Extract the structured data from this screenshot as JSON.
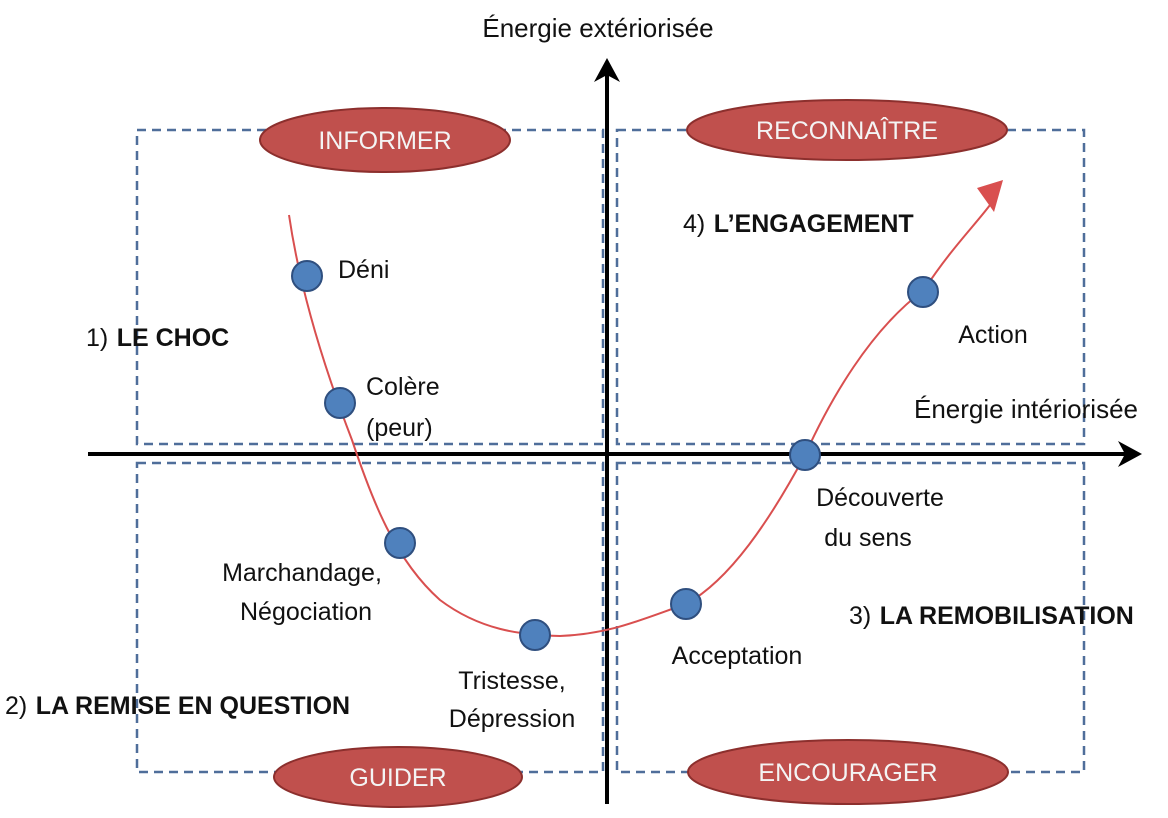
{
  "axes": {
    "y_title": "Énergie extériorisée",
    "x_title": "Énergie intériorisée"
  },
  "actions": {
    "top_left": "INFORMER",
    "top_right": "RECONNAÎTRE",
    "bottom_left": "GUIDER",
    "bottom_right": "ENCOURAGER"
  },
  "phases": {
    "top_left_num": "1)",
    "top_left_name": "LE CHOC",
    "bottom_left_num": "2)",
    "bottom_left_name": "LA REMISE EN QUESTION",
    "bottom_right_num": "3)",
    "bottom_right_name": "LA REMOBILISATION",
    "top_right_num": "4)",
    "top_right_name": "L’ENGAGEMENT"
  },
  "stages": {
    "deni": "Déni",
    "colere_1": "Colère",
    "colere_2": "(peur)",
    "marchandage_1": "Marchandage,",
    "marchandage_2": "Négociation",
    "tristesse_1": "Tristesse,",
    "tristesse_2": "Dépression",
    "acceptation": "Acceptation",
    "decouverte_1": "Découverte",
    "decouverte_2": "du sens",
    "action": "Action"
  },
  "colors": {
    "curve": "#d94f4f",
    "point_fill": "#4f81bd",
    "point_stroke": "#2f4f7f",
    "action_fill": "#c0504d",
    "action_stroke": "#8c2f2d",
    "box_dash": "#4f6e9a",
    "axis": "#000000"
  }
}
